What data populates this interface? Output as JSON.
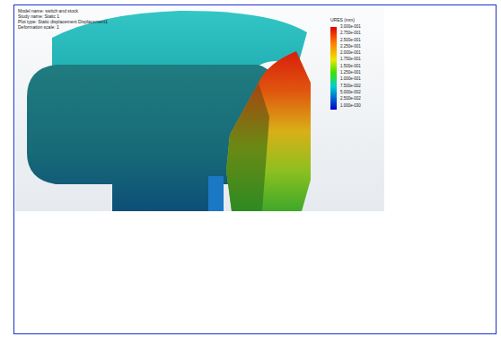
{
  "diagram": {
    "labels": [
      "Model name: switch and stock",
      "Study name: Static 1",
      "Plot type: Static displacement Displacement1",
      "Deformation scale: 1",
      "URES (mm)",
      "3.000e-001",
      "2.750e-001",
      "2.500e-001",
      "2.250e-001",
      "2.000e-001",
      "1.750e-001",
      "1.500e-001",
      "1.250e-001",
      "1.000e-001",
      "7.500e-002",
      "5.000e-002",
      "2.500e-002",
      "1.000e-030"
    ]
  }
}
